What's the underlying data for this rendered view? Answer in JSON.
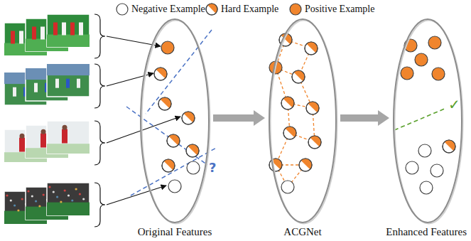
{
  "diagram": {
    "nodes": [
      {
        "text": [
          "Original Features"
        ]
      },
      {
        "text": [
          "ACGNet"
        ]
      },
      {
        "text": [
          "Enhanced Features"
        ]
      }
    ],
    "edges": [
      {
        "from": 0,
        "to": 1,
        "arrow": "to"
      },
      {
        "from": 1,
        "to": 2,
        "arrow": "to"
      }
    ],
    "labels": [
      "?",
      "✓"
    ],
    "legend": [
      {
        "text": "Negative Example"
      },
      {
        "text": "Hard Example"
      },
      {
        "text": "Positive Example"
      }
    ]
  }
}
